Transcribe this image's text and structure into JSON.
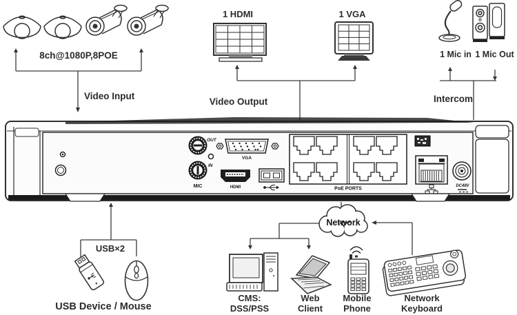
{
  "colors": {
    "ink": "#2b2b2b",
    "line": "#3a3a3a",
    "dark_fill": "#1d1d1d"
  },
  "cameras": {
    "bracket_label": "8ch@1080P,8POE",
    "flow_label": "Video Input"
  },
  "video_output": {
    "flow_label": "Video Output",
    "hdmi_label": "1 HDMI",
    "vga_label": "1 VGA"
  },
  "intercom": {
    "flow_label": "Intercom",
    "mic_in_label": "1 Mic in",
    "mic_out_label": "1 Mic Out"
  },
  "nvr_panel": {
    "audio_out": "OUT",
    "audio_in": "IN",
    "audio_group": "MIC",
    "vga": "VGA",
    "hdmi": "HDMI",
    "poe": "PoE PORTS",
    "power": "DC48V"
  },
  "usb": {
    "bracket_label": "USB×2",
    "caption": "USB Device / Mouse"
  },
  "network": {
    "cloud_label": "Network",
    "cms_line1": "CMS:",
    "cms_line2": "DSS/PSS",
    "web_line1": "Web",
    "web_line2": "Client",
    "mobile_line1": "Mobile",
    "mobile_line2": "Phone",
    "keyboard_line1": "Network",
    "keyboard_line2": "Keyboard"
  }
}
